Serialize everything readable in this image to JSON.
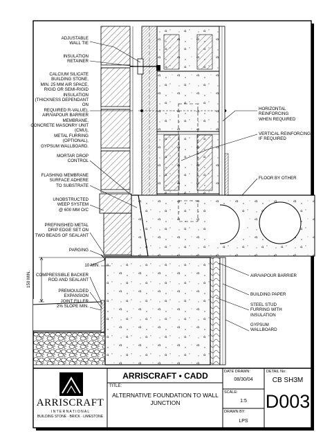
{
  "labels": {
    "adjustable_wall_tie": "ADJUSTABLE\nWALL TIE",
    "insulation_retainer": "INSULATION\nRETAINER",
    "wall_assembly": "CALCIUM SILICATE\nBUILDING STONE,\nMIN. 25 MM AIR SPACE,\nRIGID OR SEMI-RIGID INSULATION\n(THICKNESS DEPENDANT ON\nREQUIRED R-VALUE),\nAIR/VAPOUR BARRIER\nMEMBRANE,\nCONCRETE MASONRY UNIT (CMU),\nMETAL FURRING (OPTIONAL),\nGYPSUM WALLBOARD.",
    "mortar_drop_control": "MORTAR DROP\nCONTROL",
    "flashing_membrane": "FLASHING MEMBRANE\nSURFACE ADHERE\nTO SUBSTRATE",
    "weep_system": "UNOBSTRUCTED\nWEEP SYSTEM\n@ 600 MM O/C",
    "drip_edge": "PREFINISHED METAL\nDRIP EDGE SET ON\nTWO BEADS OF SEALANT",
    "parging": "PARGING",
    "ten_min": "10 MIN.",
    "one_fifty_min": "150 MIN.",
    "backer_rod": "COMPRESSIBLE BACKER\nROD AND SEALANT",
    "expansion_joint": "PREMOULDED EXPANSION\nJOINT FILLER",
    "slope": "2% SLOPE MIN.",
    "horizontal_reinforcing": "HORIZONTAL\nREINFORCING\nWHEN REQUIRED",
    "vertical_reinforcing": "VERTICAL REINFORCING\nIF REQUIRED",
    "floor_by_other": "FLOOR BY OTHER",
    "air_vapour_barrier": "AIR/VAPOUR BARRIER",
    "building_paper": "BUILDING PAPER",
    "steel_stud": "STEEL STUD\nFURRING WITH\nINSULATION",
    "gypsum_wallboard": "GYPSUM\nWALLBOARD"
  },
  "title_block": {
    "brand_header": "ARRISCRAFT • CADD",
    "title_label": "TITLE:",
    "title": "ALTERNATIVE FOUNDATION TO WALL\nJUNCTION",
    "date_label": "DATE DRAWN:",
    "date": "08/30/04",
    "scale_label": "SCALE:",
    "scale": "1:5",
    "drawn_by_label": "DRAWN BY:",
    "drawn_by": "LPS",
    "detail_label": "DETAIL No:",
    "detail_no": "CB SH3M",
    "sheet_no": "D003",
    "company": "ARRISCRAFT",
    "company_sub": "I N T E R N A T I O N A L",
    "company_tagline": "BUILDING STONE · BRICK · LIMESTONE"
  },
  "colors": {
    "ink": "#000000",
    "paper": "#ffffff",
    "concrete_fill": "#f4f4f4"
  }
}
